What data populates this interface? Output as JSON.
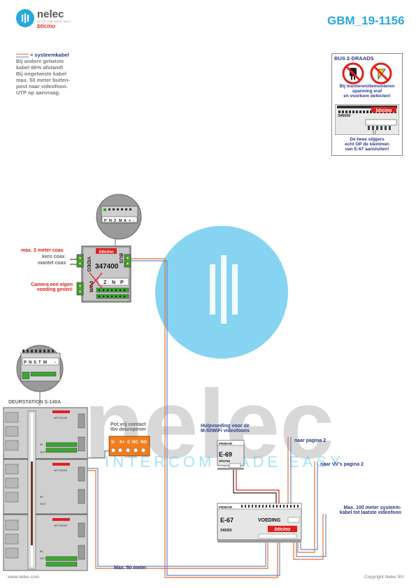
{
  "header": {
    "title": "GBM_19-1156",
    "logo_name": "nelec",
    "logo_tagline": "INTERCOM MADE EASY",
    "logo_brand": "bticino"
  },
  "note": {
    "legend": "= systeemkabel",
    "lines": [
      "Bij andere getwiste",
      "kabel 66% afstand!",
      "Bij ongetwiste kabel",
      "max. 50 meter buiten-",
      "post naar videofoon.",
      "UTP op aanvraag."
    ]
  },
  "bus_box": {
    "title": "BUS 2-DRAADS",
    "warning": [
      "Bij monteren/demonteren",
      "spanning eraf",
      "en voorkom defecten!"
    ],
    "module_code": "346050",
    "module_brand": "bticino",
    "bottom": [
      "De twee stijgers",
      "echt OP de klemmen",
      "van E-67 aansluiten!"
    ]
  },
  "coax_labels": {
    "max": "max. 3 meter coax",
    "kern": "kern coax",
    "mantel": "mantel coax",
    "camera": [
      "Camera een eigen",
      "voeding geven!"
    ]
  },
  "module_347400": {
    "code": "347400",
    "brand": "bticino",
    "video_label": "VIDEO",
    "bus_label": "BUS",
    "pwr_label": "PWR",
    "zoom_terminals": [
      "P",
      "N",
      "Z",
      "M",
      "A",
      "+",
      "-"
    ],
    "bottom_terminals": [
      "Z",
      "N",
      "P"
    ]
  },
  "deurstation": {
    "title": "DEURSTATION S-140A",
    "module_codes": [
      "ART.351105",
      "ART.352005",
      "ART.352005"
    ],
    "zoom_terminals": [
      "P",
      "N",
      "S",
      "T",
      "M",
      "",
      "-"
    ]
  },
  "relay": {
    "title": [
      "Pot.vrij contact",
      "tbv deuropener"
    ],
    "terminals": [
      "S-",
      "S+",
      "C",
      "NC",
      "NO"
    ]
  },
  "e69": {
    "caption": [
      "Hulpvoeding voor de",
      "M-50WiFi videofoons"
    ],
    "name": "E-69",
    "code": "SP4765",
    "primary": "PRIMAIR"
  },
  "e67": {
    "name": "E-67",
    "voeding": "VOEDING",
    "code": "346050",
    "brand": "bticino",
    "primary": "PRIMAIR"
  },
  "routing": {
    "page2": "naar pagina 2",
    "vv_page2": "naar VV's pagina 2",
    "max100": [
      "Max. 100 meter systeem-",
      "kabel tot laatste videofoon"
    ],
    "max50": "Max. 50 meter"
  },
  "watermark": {
    "word": "nelec",
    "tagline": "INTERCOM MADE EASY"
  },
  "footer": {
    "left": "www.nelec.com",
    "right": "Copyright Nelec BV"
  },
  "colors": {
    "accent": "#2aa7dc",
    "heading_blue": "#2a3a8c",
    "warning_red": "#e0201c",
    "cable_orange": "#e07030",
    "cable_blue": "#6a86c8",
    "terminal_green": "#3fa535",
    "relay_orange": "#f07d1e"
  }
}
